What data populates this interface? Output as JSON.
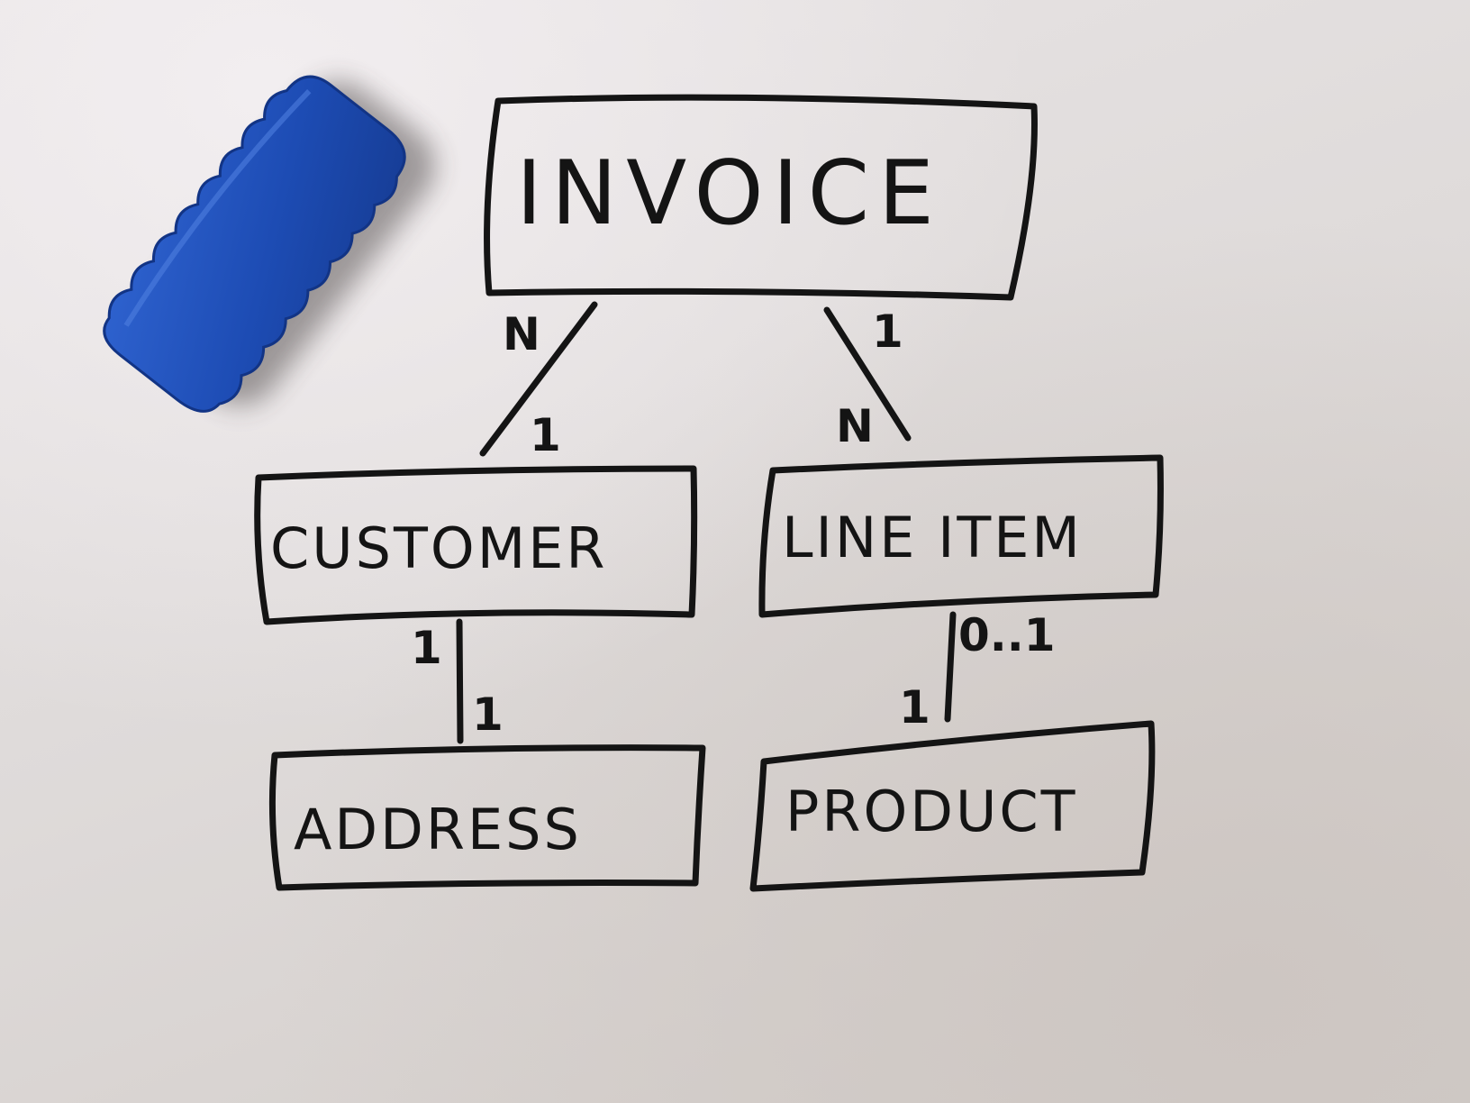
{
  "entities": {
    "invoice": "INVOICE",
    "customer": "CUSTOMER",
    "line_item": "LINE ITEM",
    "address": "ADDRESS",
    "product": "PRODUCT"
  },
  "relationships": {
    "invoice_customer": {
      "invoice_end": "N",
      "customer_end": "1"
    },
    "invoice_line_item": {
      "invoice_end": "1",
      "line_item_end": "N"
    },
    "customer_address": {
      "customer_end": "1",
      "address_end": "1"
    },
    "line_item_product": {
      "line_item_end": "0..1",
      "product_end": "1"
    }
  },
  "colors": {
    "whiteboard": "#e3dfdf",
    "marker_ink": "#141414",
    "eraser_blue": "#1f4fb8"
  },
  "icons": {
    "eraser": "whiteboard-eraser-icon"
  }
}
